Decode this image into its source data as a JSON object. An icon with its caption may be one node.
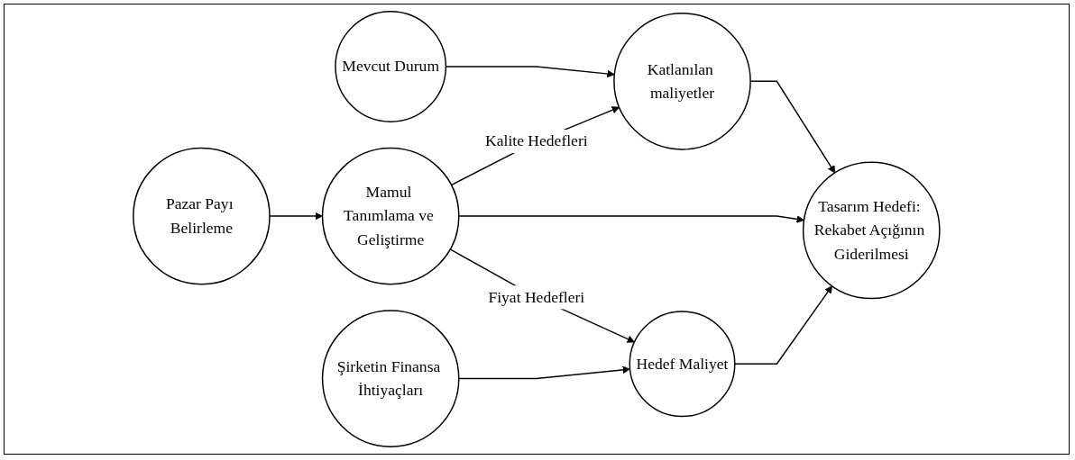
{
  "diagram": {
    "nodes": [
      {
        "text": [
          "Mevcut Durum"
        ]
      },
      {
        "text": [
          "Katlanılan maliyetler"
        ]
      },
      {
        "text": [
          "Pazar Payı Belirleme"
        ]
      },
      {
        "text": [
          "Mamul Tanımlama ve Geliştirme"
        ]
      },
      {
        "text": [
          "Tasarım Hedefi: Rekabet Açığının Giderilmesi"
        ]
      },
      {
        "text": [
          "Şirketin Finansa İhtiyaçları"
        ]
      },
      {
        "text": [
          "Hedef Maliyet"
        ]
      }
    ],
    "edges": [
      {
        "from": 2,
        "to": 3,
        "arrow": "to"
      },
      {
        "from": 3,
        "to": 1,
        "arrow": "to",
        "label": "Kalite Hedefleri"
      },
      {
        "from": 3,
        "to": 4,
        "arrow": "to"
      },
      {
        "from": 3,
        "to": 6,
        "arrow": "to",
        "label": "Fiyat Hedefleri"
      },
      {
        "from": 0,
        "to": 1,
        "arrow": "to"
      },
      {
        "from": 1,
        "to": 4,
        "arrow": "to"
      },
      {
        "from": 5,
        "to": 6,
        "arrow": "to"
      },
      {
        "from": 6,
        "to": 4,
        "arrow": "to"
      }
    ]
  }
}
